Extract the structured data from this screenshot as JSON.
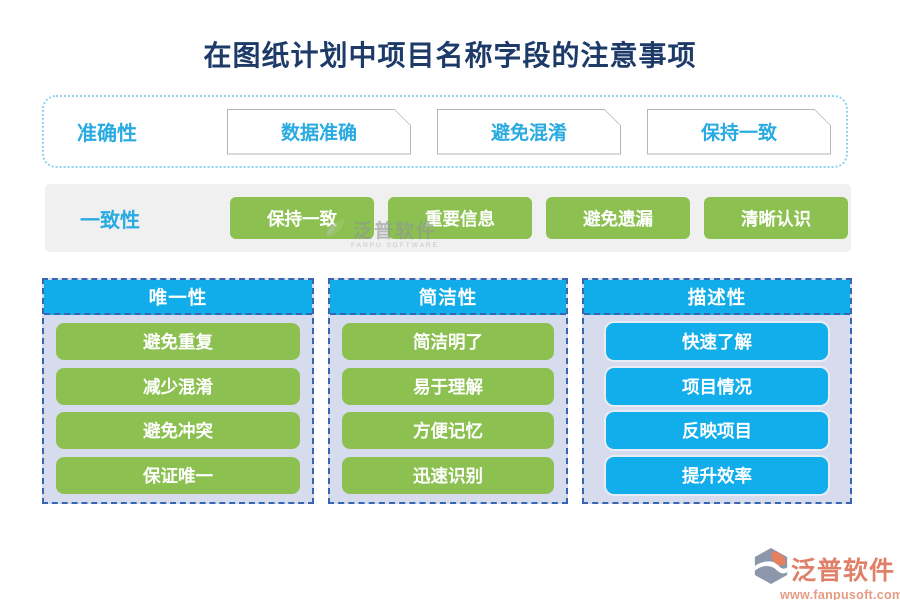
{
  "title": "在图纸计划中项目名称字段的注意事项",
  "accuracy_row": {
    "label": "准确性",
    "items": [
      "数据准确",
      "避免混淆",
      "保持一致"
    ]
  },
  "consistency_row": {
    "label": "一致性",
    "items": [
      "保持一致",
      "重要信息",
      "避免遗漏",
      "清晰认识"
    ]
  },
  "columns": [
    {
      "header": "唯一性",
      "items": [
        "避免重复",
        "减少混淆",
        "避免冲突",
        "保证唯一"
      ]
    },
    {
      "header": "简洁性",
      "items": [
        "简洁明了",
        "易于理解",
        "方便记忆",
        "迅速识别"
      ]
    },
    {
      "header": "描述性",
      "items": [
        "快速了解",
        "项目情况",
        "反映项目",
        "提升效率"
      ]
    }
  ],
  "watermark": {
    "name": "泛普软件",
    "subtext": "FANPU SOFTWARE"
  },
  "logo": {
    "name": "泛普软件",
    "url": "www.fanpusoft.com"
  },
  "colors": {
    "title_navy": "#1d3a68",
    "accent_blue": "#29abe2",
    "header_blue": "#10adea",
    "green": "#8cc152",
    "column_bg": "#d6dcee",
    "dash_border": "#3766b0",
    "band_grey": "#f0f0f0",
    "logo_salmon": "#e08069"
  }
}
